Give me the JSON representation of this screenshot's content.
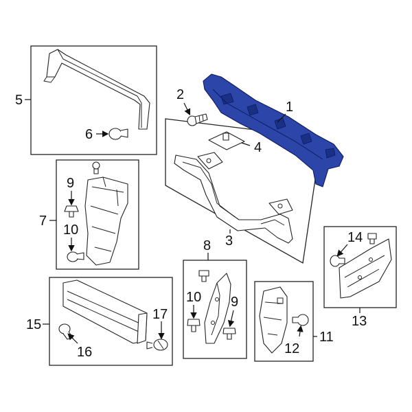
{
  "diagram": {
    "callouts": {
      "c1": "1",
      "c2": "2",
      "c3": "3",
      "c4": "4",
      "c5": "5",
      "c6": "6",
      "c7": "7",
      "c8": "8",
      "c9a": "9",
      "c9b": "9",
      "c10a": "10",
      "c10b": "10",
      "c11": "11",
      "c12": "12",
      "c13": "13",
      "c14": "14",
      "c15": "15",
      "c16": "16",
      "c17": "17"
    },
    "highlight_color": "#2b45a8",
    "line_color": "#222222"
  }
}
